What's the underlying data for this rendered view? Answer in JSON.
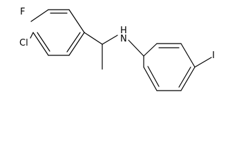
{
  "molecule": {
    "atoms": {
      "fluorine": "F",
      "chlorine": "Cl",
      "amine": "H\nN",
      "amine_h": "H",
      "amine_n": "N",
      "iodine": "I"
    },
    "colors": {
      "bond": "#000000",
      "text": "#000000",
      "background": "#ffffff"
    }
  }
}
